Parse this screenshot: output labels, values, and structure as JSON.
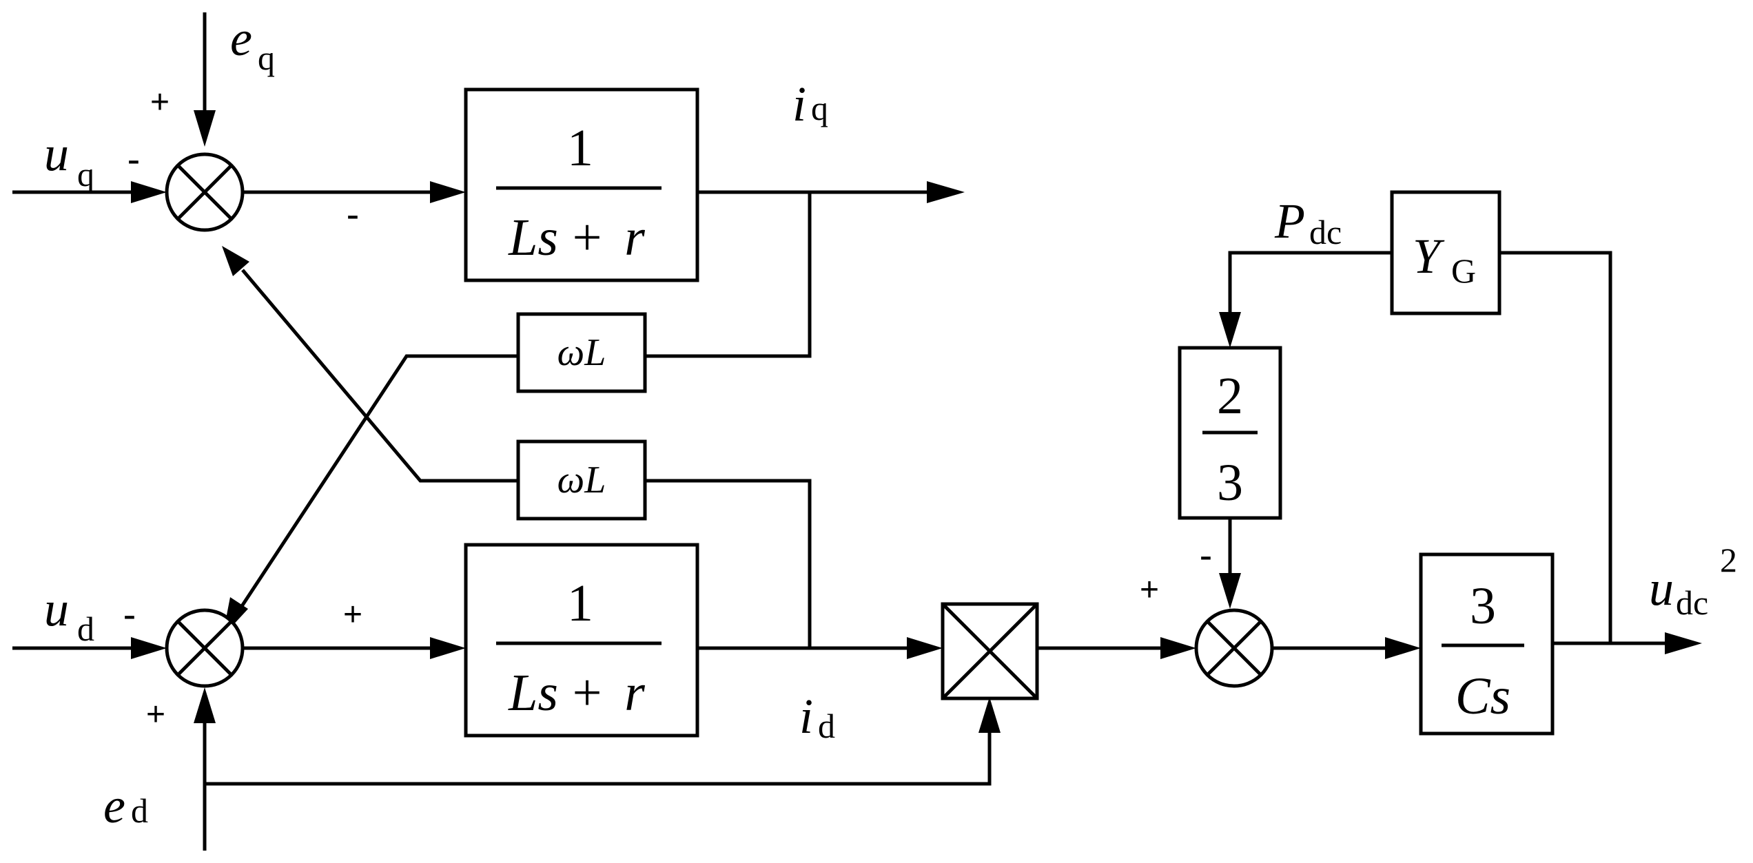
{
  "diagram": {
    "inputs": {
      "eq": {
        "main": "e",
        "sub": "q"
      },
      "uq": {
        "main": "u",
        "sub": "q"
      },
      "ud": {
        "main": "u",
        "sub": "d"
      },
      "ed": {
        "main": "e",
        "sub": "d"
      }
    },
    "signals": {
      "iq": {
        "main": "i",
        "sub": "q"
      },
      "id": {
        "main": "i",
        "sub": "d"
      },
      "pdc": {
        "main": "P",
        "sub": "dc"
      },
      "udc": {
        "main": "u",
        "sub": "dc",
        "sup": "2"
      }
    },
    "signs": {
      "sumq_top": "+",
      "sumq_left": "-",
      "sumq_bottom": "-",
      "sumd_left": "-",
      "sumd_right": "+",
      "sumd_bottom": "+",
      "sum3_left": "+",
      "sum3_top": "-"
    },
    "blocks": {
      "plant_q": {
        "num": "1",
        "den_a": "Ls",
        "den_op": "+",
        "den_b": "r"
      },
      "plant_d": {
        "num": "1",
        "den_a": "Ls",
        "den_op": "+",
        "den_b": "r"
      },
      "coupling_upper": "ωL",
      "coupling_lower": "ωL",
      "gain_yg": {
        "main": "Y",
        "sub": "G"
      },
      "gain_two_thirds": {
        "num": "2",
        "den": "3"
      },
      "integrator": {
        "num": "3",
        "den": "Cs"
      }
    }
  }
}
